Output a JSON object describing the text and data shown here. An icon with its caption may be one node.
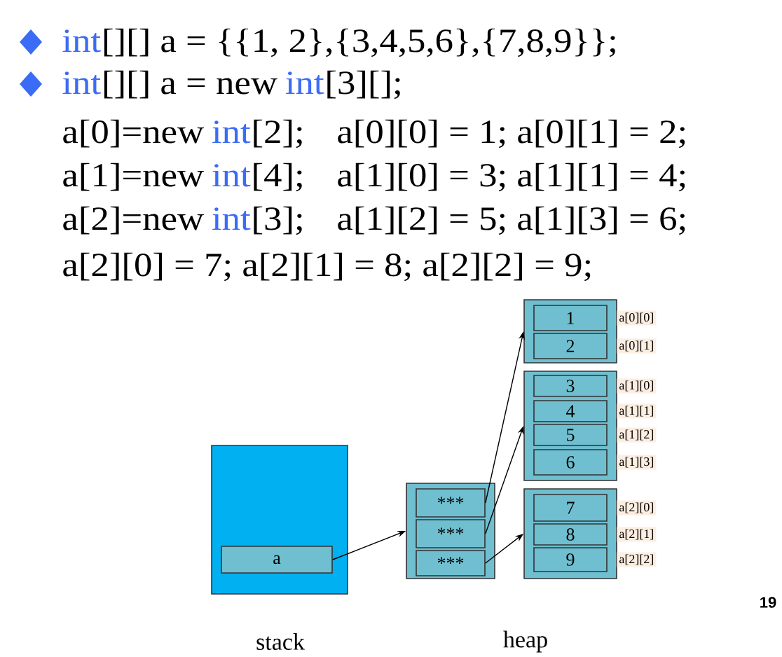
{
  "diagram": {
    "nodes": [
      {
        "text": [],
        "shape": "box"
      },
      {
        "text": [
          "a"
        ],
        "in": 0
      },
      {
        "text": [],
        "shape": "box"
      },
      {
        "text": [
          "***"
        ],
        "in": 2
      },
      {
        "text": [
          "***"
        ],
        "in": 2
      },
      {
        "text": [
          "***"
        ],
        "in": 2
      },
      {
        "text": [],
        "shape": "box"
      },
      {
        "text": [
          "1"
        ],
        "in": 6,
        "beside": [
          "a[0][0]"
        ]
      },
      {
        "text": [
          "2"
        ],
        "in": 6,
        "beside": [
          "a[0][1]"
        ]
      },
      {
        "text": [],
        "shape": "box"
      },
      {
        "text": [
          "3"
        ],
        "in": 9,
        "beside": [
          "a[1][0]"
        ]
      },
      {
        "text": [
          "4"
        ],
        "in": 9,
        "beside": [
          "a[1][1]"
        ]
      },
      {
        "text": [
          "5"
        ],
        "in": 9,
        "beside": [
          "a[1][2]"
        ]
      },
      {
        "text": [
          "6"
        ],
        "in": 9,
        "beside": [
          "a[1][3]"
        ]
      },
      {
        "text": [],
        "shape": "box"
      },
      {
        "text": [
          "7"
        ],
        "in": 14,
        "beside": [
          "a[2][0]"
        ]
      },
      {
        "text": [
          "8"
        ],
        "in": 14,
        "beside": [
          "a[2][1]"
        ]
      },
      {
        "text": [
          "9"
        ],
        "in": 14,
        "beside": [
          "a[2][2]"
        ]
      }
    ],
    "edges": [
      {
        "from": 1,
        "to": 2,
        "arrow": "to"
      },
      {
        "from": 3,
        "to": 6,
        "arrow": "to"
      },
      {
        "from": 4,
        "to": 9,
        "arrow": "to"
      },
      {
        "from": 5,
        "to": 14,
        "arrow": "to"
      }
    ],
    "labels": [
      "int",
      "[][] a = {{1, 2},{3,4,5,6},{7,8,9}};",
      "int",
      "[][] a = new",
      "int",
      "[3][];",
      "a[0]=new",
      "int",
      "[2];",
      "a[0][0] = 1; a[0][1] = 2;",
      "a[1]=new",
      "int",
      "[4];",
      "a[1][0] = 3; a[1][1] = 4;",
      "a[2]=new",
      "int",
      "[3];",
      "a[1][2] = 5; a[1][3] = 6;",
      "a[2][0] = 7; a[2][1] = 8; a[2][2] = 9;",
      "stack",
      "heap",
      "19"
    ]
  }
}
